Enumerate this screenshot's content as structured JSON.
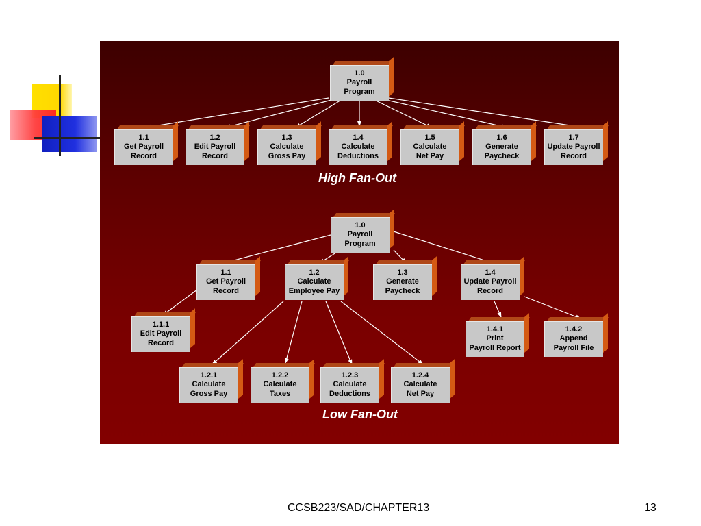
{
  "high_fan_out": {
    "caption": "High Fan-Out",
    "root": {
      "id": "1.0",
      "line1": "Payroll",
      "line2": "Program"
    },
    "children": [
      {
        "id": "1.1",
        "line1": "Get Payroll",
        "line2": "Record"
      },
      {
        "id": "1.2",
        "line1": "Edit Payroll",
        "line2": "Record"
      },
      {
        "id": "1.3",
        "line1": "Calculate",
        "line2": "Gross Pay"
      },
      {
        "id": "1.4",
        "line1": "Calculate",
        "line2": "Deductions"
      },
      {
        "id": "1.5",
        "line1": "Calculate",
        "line2": "Net Pay"
      },
      {
        "id": "1.6",
        "line1": "Generate",
        "line2": "Paycheck"
      },
      {
        "id": "1.7",
        "line1": "Update Payroll",
        "line2": "Record"
      }
    ]
  },
  "low_fan_out": {
    "caption": "Low Fan-Out",
    "root": {
      "id": "1.0",
      "line1": "Payroll",
      "line2": "Program"
    },
    "level1": [
      {
        "id": "1.1",
        "line1": "Get Payroll",
        "line2": "Record"
      },
      {
        "id": "1.2",
        "line1": "Calculate",
        "line2": "Employee Pay"
      },
      {
        "id": "1.3",
        "line1": "Generate",
        "line2": "Paycheck"
      },
      {
        "id": "1.4",
        "line1": "Update Payroll",
        "line2": "Record"
      }
    ],
    "n111": {
      "id": "1.1.1",
      "line1": "Edit Payroll",
      "line2": "Record"
    },
    "n12x": [
      {
        "id": "1.2.1",
        "line1": "Calculate",
        "line2": "Gross Pay"
      },
      {
        "id": "1.2.2",
        "line1": "Calculate",
        "line2": "Taxes"
      },
      {
        "id": "1.2.3",
        "line1": "Calculate",
        "line2": "Deductions"
      },
      {
        "id": "1.2.4",
        "line1": "Calculate",
        "line2": "Net Pay"
      }
    ],
    "n14x": [
      {
        "id": "1.4.1",
        "line1": "Print",
        "line2": "Payroll Report"
      },
      {
        "id": "1.4.2",
        "line1": "Append",
        "line2": "Payroll File"
      }
    ]
  },
  "footer": {
    "course": "CCSB223/SAD/CHAPTER13",
    "page": "13"
  },
  "colors": {
    "panel_top": "#3d0000",
    "panel_bottom": "#820000",
    "box_face": "#c8c8c8",
    "box_side": "#d45a14",
    "arrow": "#ffffff"
  }
}
